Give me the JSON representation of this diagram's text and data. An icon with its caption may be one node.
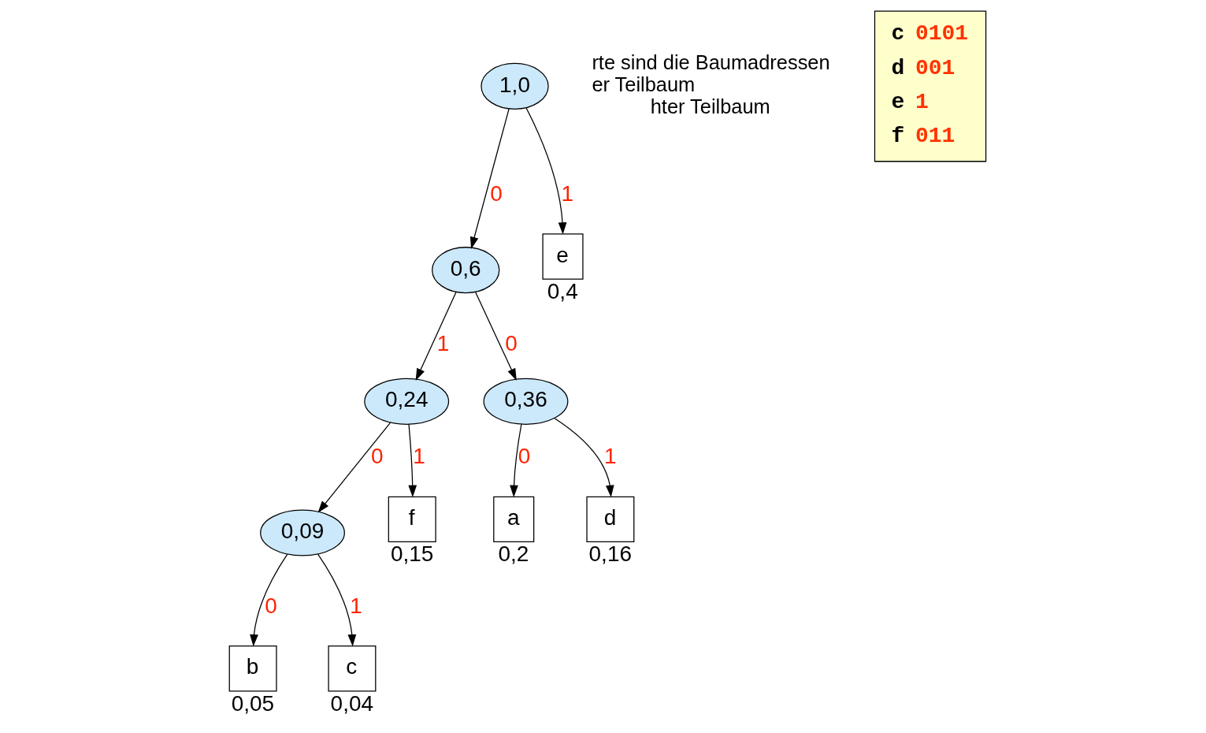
{
  "diagram": {
    "nodes": [
      {
        "text": [
          "1,0"
        ]
      },
      {
        "text": [
          "0,6"
        ]
      },
      {
        "text": [
          "0,24"
        ]
      },
      {
        "text": [
          "0,36"
        ]
      },
      {
        "text": [
          "0,09"
        ]
      },
      {
        "text": [
          "a"
        ],
        "beside": [
          "0,2"
        ]
      },
      {
        "text": [
          "d"
        ],
        "beside": [
          "0,16"
        ]
      },
      {
        "text": [
          "b"
        ],
        "beside": [
          "0,05"
        ]
      },
      {
        "text": [
          "c"
        ],
        "beside": [
          "0,04"
        ]
      },
      {
        "text": [
          "f"
        ],
        "beside": [
          "0,15"
        ]
      },
      {
        "text": [
          "e"
        ],
        "beside": [
          "0,4"
        ]
      }
    ],
    "edges": [
      {
        "from": 0,
        "to": 1,
        "arrow": "to",
        "label": "0"
      },
      {
        "from": 0,
        "to": 10,
        "arrow": "to",
        "label": "1"
      },
      {
        "from": 1,
        "to": 3,
        "arrow": "to",
        "label": "0"
      },
      {
        "from": 1,
        "to": 2,
        "arrow": "to",
        "label": "1"
      },
      {
        "from": 2,
        "to": 4,
        "arrow": "to",
        "label": "0"
      },
      {
        "from": 2,
        "to": 9,
        "arrow": "to",
        "label": "1"
      },
      {
        "from": 3,
        "to": 5,
        "arrow": "to",
        "label": "0"
      },
      {
        "from": 3,
        "to": 6,
        "arrow": "to",
        "label": "1"
      },
      {
        "from": 4,
        "to": 7,
        "arrow": "to",
        "label": "0"
      },
      {
        "from": 4,
        "to": 8,
        "arrow": "to",
        "label": "1"
      }
    ],
    "labels": [
      "rte sind die Baumadressen",
      "er Teilbaum",
      "hter Teilbaum",
      "c",
      "0101",
      "d",
      "001",
      "e",
      "1",
      "f",
      "011"
    ]
  }
}
